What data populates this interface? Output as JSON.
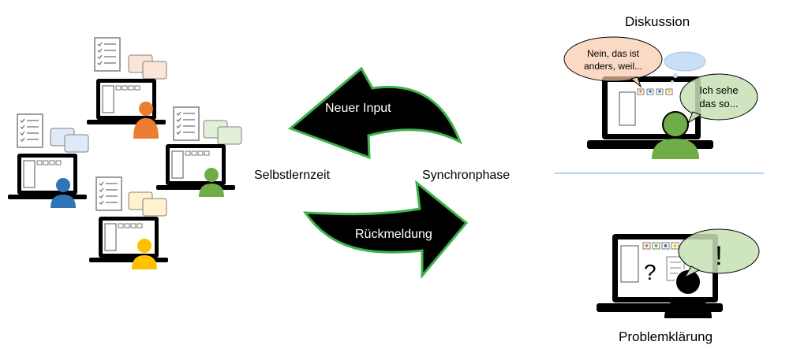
{
  "labels": {
    "selbstlernzeit": "Selbstlernzeit",
    "synchronphase": "Synchronphase",
    "diskussion": "Diskussion",
    "problemklaerung": "Problemklärung"
  },
  "arrows": {
    "top": "Neuer Input",
    "bottom": "Rückmeldung"
  },
  "bubbles": {
    "pink_line1": "Nein, das ist",
    "pink_line2": "anders, weil...",
    "green_line1": "Ich sehe",
    "green_line2": "das so...",
    "exclaim": "!"
  },
  "screen": {
    "question": "?"
  },
  "colors": {
    "arrow_fill": "#000000",
    "arrow_outline": "#3cb34a",
    "learner_orange": "#ed7d31",
    "learner_green": "#70ad47",
    "learner_blue": "#2e75b6",
    "learner_yellow": "#ffc000",
    "bubble_pink": "#f9d9d0",
    "bubble_green": "#dcefd0",
    "divider": "#9dc3e6"
  }
}
